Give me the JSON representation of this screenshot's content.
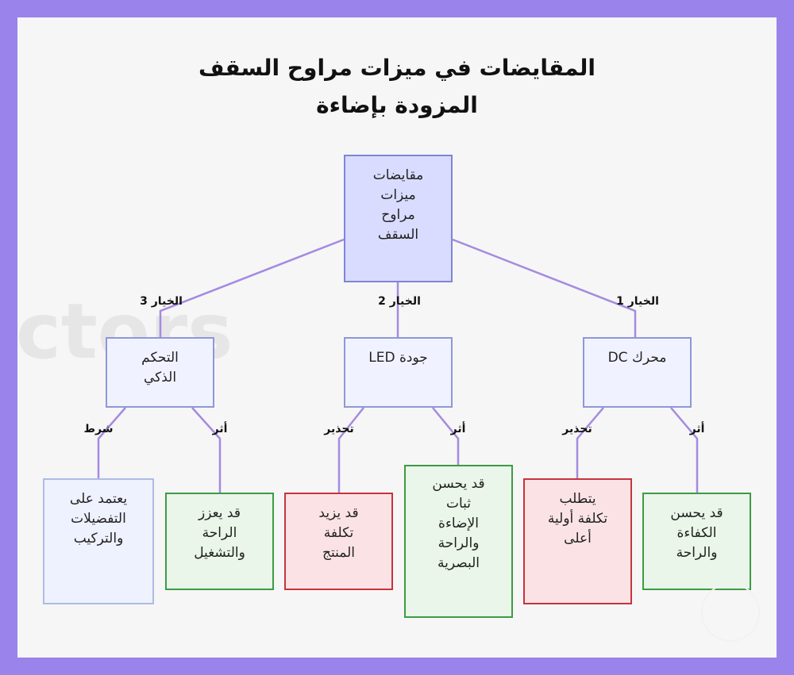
{
  "title_line1": "المقايضات في ميزات مراوح السقف",
  "title_line2": "المزودة بإضاءة",
  "background_watermark": "ctors",
  "root": "مقايضات\nميزات\nمراوح\nالسقف",
  "options": [
    {
      "edge_label": "الخيار 1",
      "text": "محرك DC"
    },
    {
      "edge_label": "الخيار 2",
      "text": "جودة LED"
    },
    {
      "edge_label": "الخيار 3",
      "text": "التحكم\nالذكي"
    }
  ],
  "outcomes": [
    {
      "edge_label": "أثر",
      "text": "قد يحسن\nالكفاءة\nوالراحة",
      "kind": "positive"
    },
    {
      "edge_label": "تحذير",
      "text": "يتطلب\nتكلفة أولية\nأعلى",
      "kind": "warning"
    },
    {
      "edge_label": "أثر",
      "text": "قد يحسن\nثبات\nالإضاءة\nوالراحة\nالبصرية",
      "kind": "positive"
    },
    {
      "edge_label": "تحذير",
      "text": "قد يزيد\nتكلفة\nالمنتج",
      "kind": "warning"
    },
    {
      "edge_label": "أثر",
      "text": "قد يعزز\nالراحة\nوالتشغيل",
      "kind": "positive"
    },
    {
      "edge_label": "شرط",
      "text": "يعتمد على\nالتفضيلات\nوالتركيب",
      "kind": "condition"
    }
  ],
  "colors": {
    "frame": "#9a83ea",
    "edges": "#a58ae0",
    "positive": "#3d9b44",
    "warning": "#c7333d",
    "root": "#d9dcff"
  }
}
